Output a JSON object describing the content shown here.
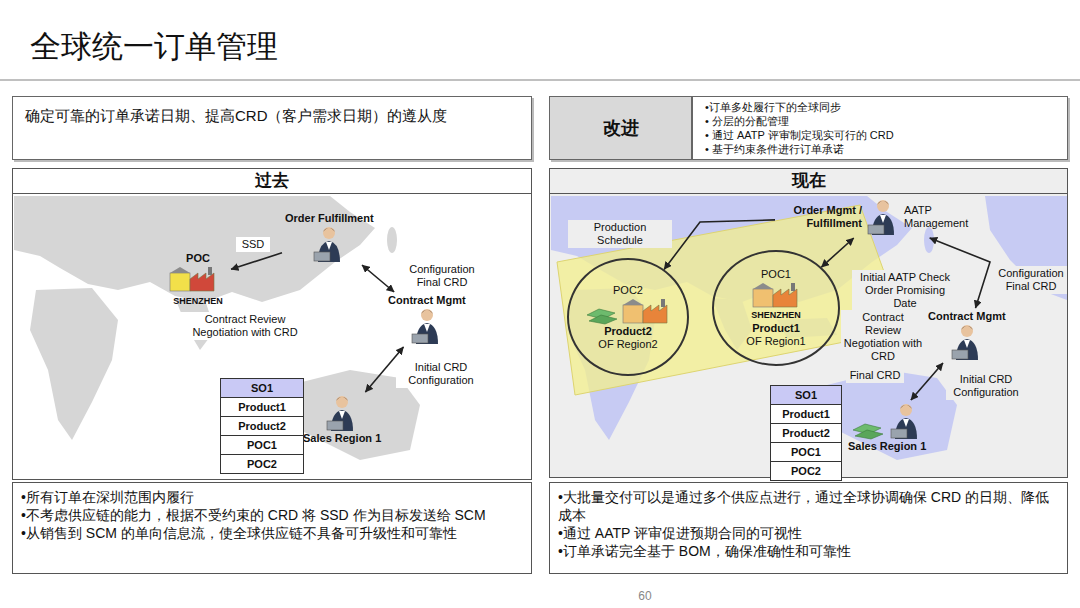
{
  "diagram": {
    "title": "全球统一订单管理",
    "nodes": [
      {
        "text": [
          "确定可靠的订单承诺日期、提高CRD（客户需求日期）的遵从度"
        ]
      },
      {
        "text": [
          "改进"
        ]
      },
      {
        "text": [
          "•订单多处履行下的全球同步",
          "• 分层的分配管理",
          "• 通过 AATP 评审制定现实可行的 CRD",
          "• 基于约束条件进行订单承诺"
        ]
      },
      {
        "text": [
          "过去"
        ]
      },
      {
        "text": [
          "Order Fulfillment"
        ],
        "in": 3
      },
      {
        "text": [
          "POC",
          "SHENZHEN"
        ],
        "in": 3
      },
      {
        "text": [
          "Contract Mgmt"
        ],
        "in": 3
      },
      {
        "text": [
          "Sales Region 1"
        ],
        "in": 3
      },
      {
        "text": [
          "SO1",
          "Product1",
          "Product2",
          "POC1",
          "POC2"
        ],
        "in": 3
      },
      {
        "text": [
          "•所有订单在深圳范围内履行",
          "•不考虑供应链的能力，根据不受约束的 CRD 将 SSD 作为目标发送给 SCM",
          "•从销售到 SCM 的单向信息流，使全球供应链不具备可升级性和可靠性"
        ]
      },
      {
        "text": [
          "现在"
        ]
      },
      {
        "text": [
          "Order Mgmt / Fulfillment",
          "AATP Management"
        ],
        "in": 10
      },
      {
        "text": [
          "POC2",
          "Product2",
          "OF Region2"
        ],
        "in": 10
      },
      {
        "text": [
          "POC1",
          "SHENZHEN",
          "Product1",
          "OF Region1"
        ],
        "in": 10
      },
      {
        "text": [
          "Contract Mgmt"
        ],
        "in": 10
      },
      {
        "text": [
          "Sales Region 1"
        ],
        "in": 10
      },
      {
        "text": [
          "SO1",
          "Product1",
          "Product2",
          "POC1",
          "POC2"
        ],
        "in": 10
      },
      {
        "text": [
          "•大批量交付可以是通过多个供应点进行，通过全球协调确保 CRD 的日期、降低成本",
          "•通过 AATP 评审促进预期合同的可视性",
          "•订单承诺完全基于 BOM，确保准确性和可靠性"
        ]
      }
    ],
    "edges": [
      {
        "from": 4,
        "to": 5,
        "label": "SSD",
        "arrow": "to"
      },
      {
        "from": 6,
        "to": 4,
        "label": "Configuration Final CRD",
        "arrow": "both"
      },
      {
        "from": 7,
        "to": 6,
        "label": "Initial CRD Configuration",
        "arrow": "both"
      },
      {
        "from": 11,
        "to": 12,
        "label": "Production Schedule",
        "arrow": "to"
      },
      {
        "from": 11,
        "to": 13,
        "label": "Initial AATP Check Order Promising Date",
        "arrow": "both"
      },
      {
        "from": 14,
        "to": 11,
        "label": "Configuration Final CRD",
        "arrow": "both"
      },
      {
        "from": 15,
        "to": 14,
        "label": "Initial CRD Configuration",
        "arrow": "both"
      }
    ],
    "labels": [
      "Contract Review Negotiation with CRD",
      "Final CRD",
      "Contract Review Negotiation with CRD",
      "60"
    ]
  }
}
